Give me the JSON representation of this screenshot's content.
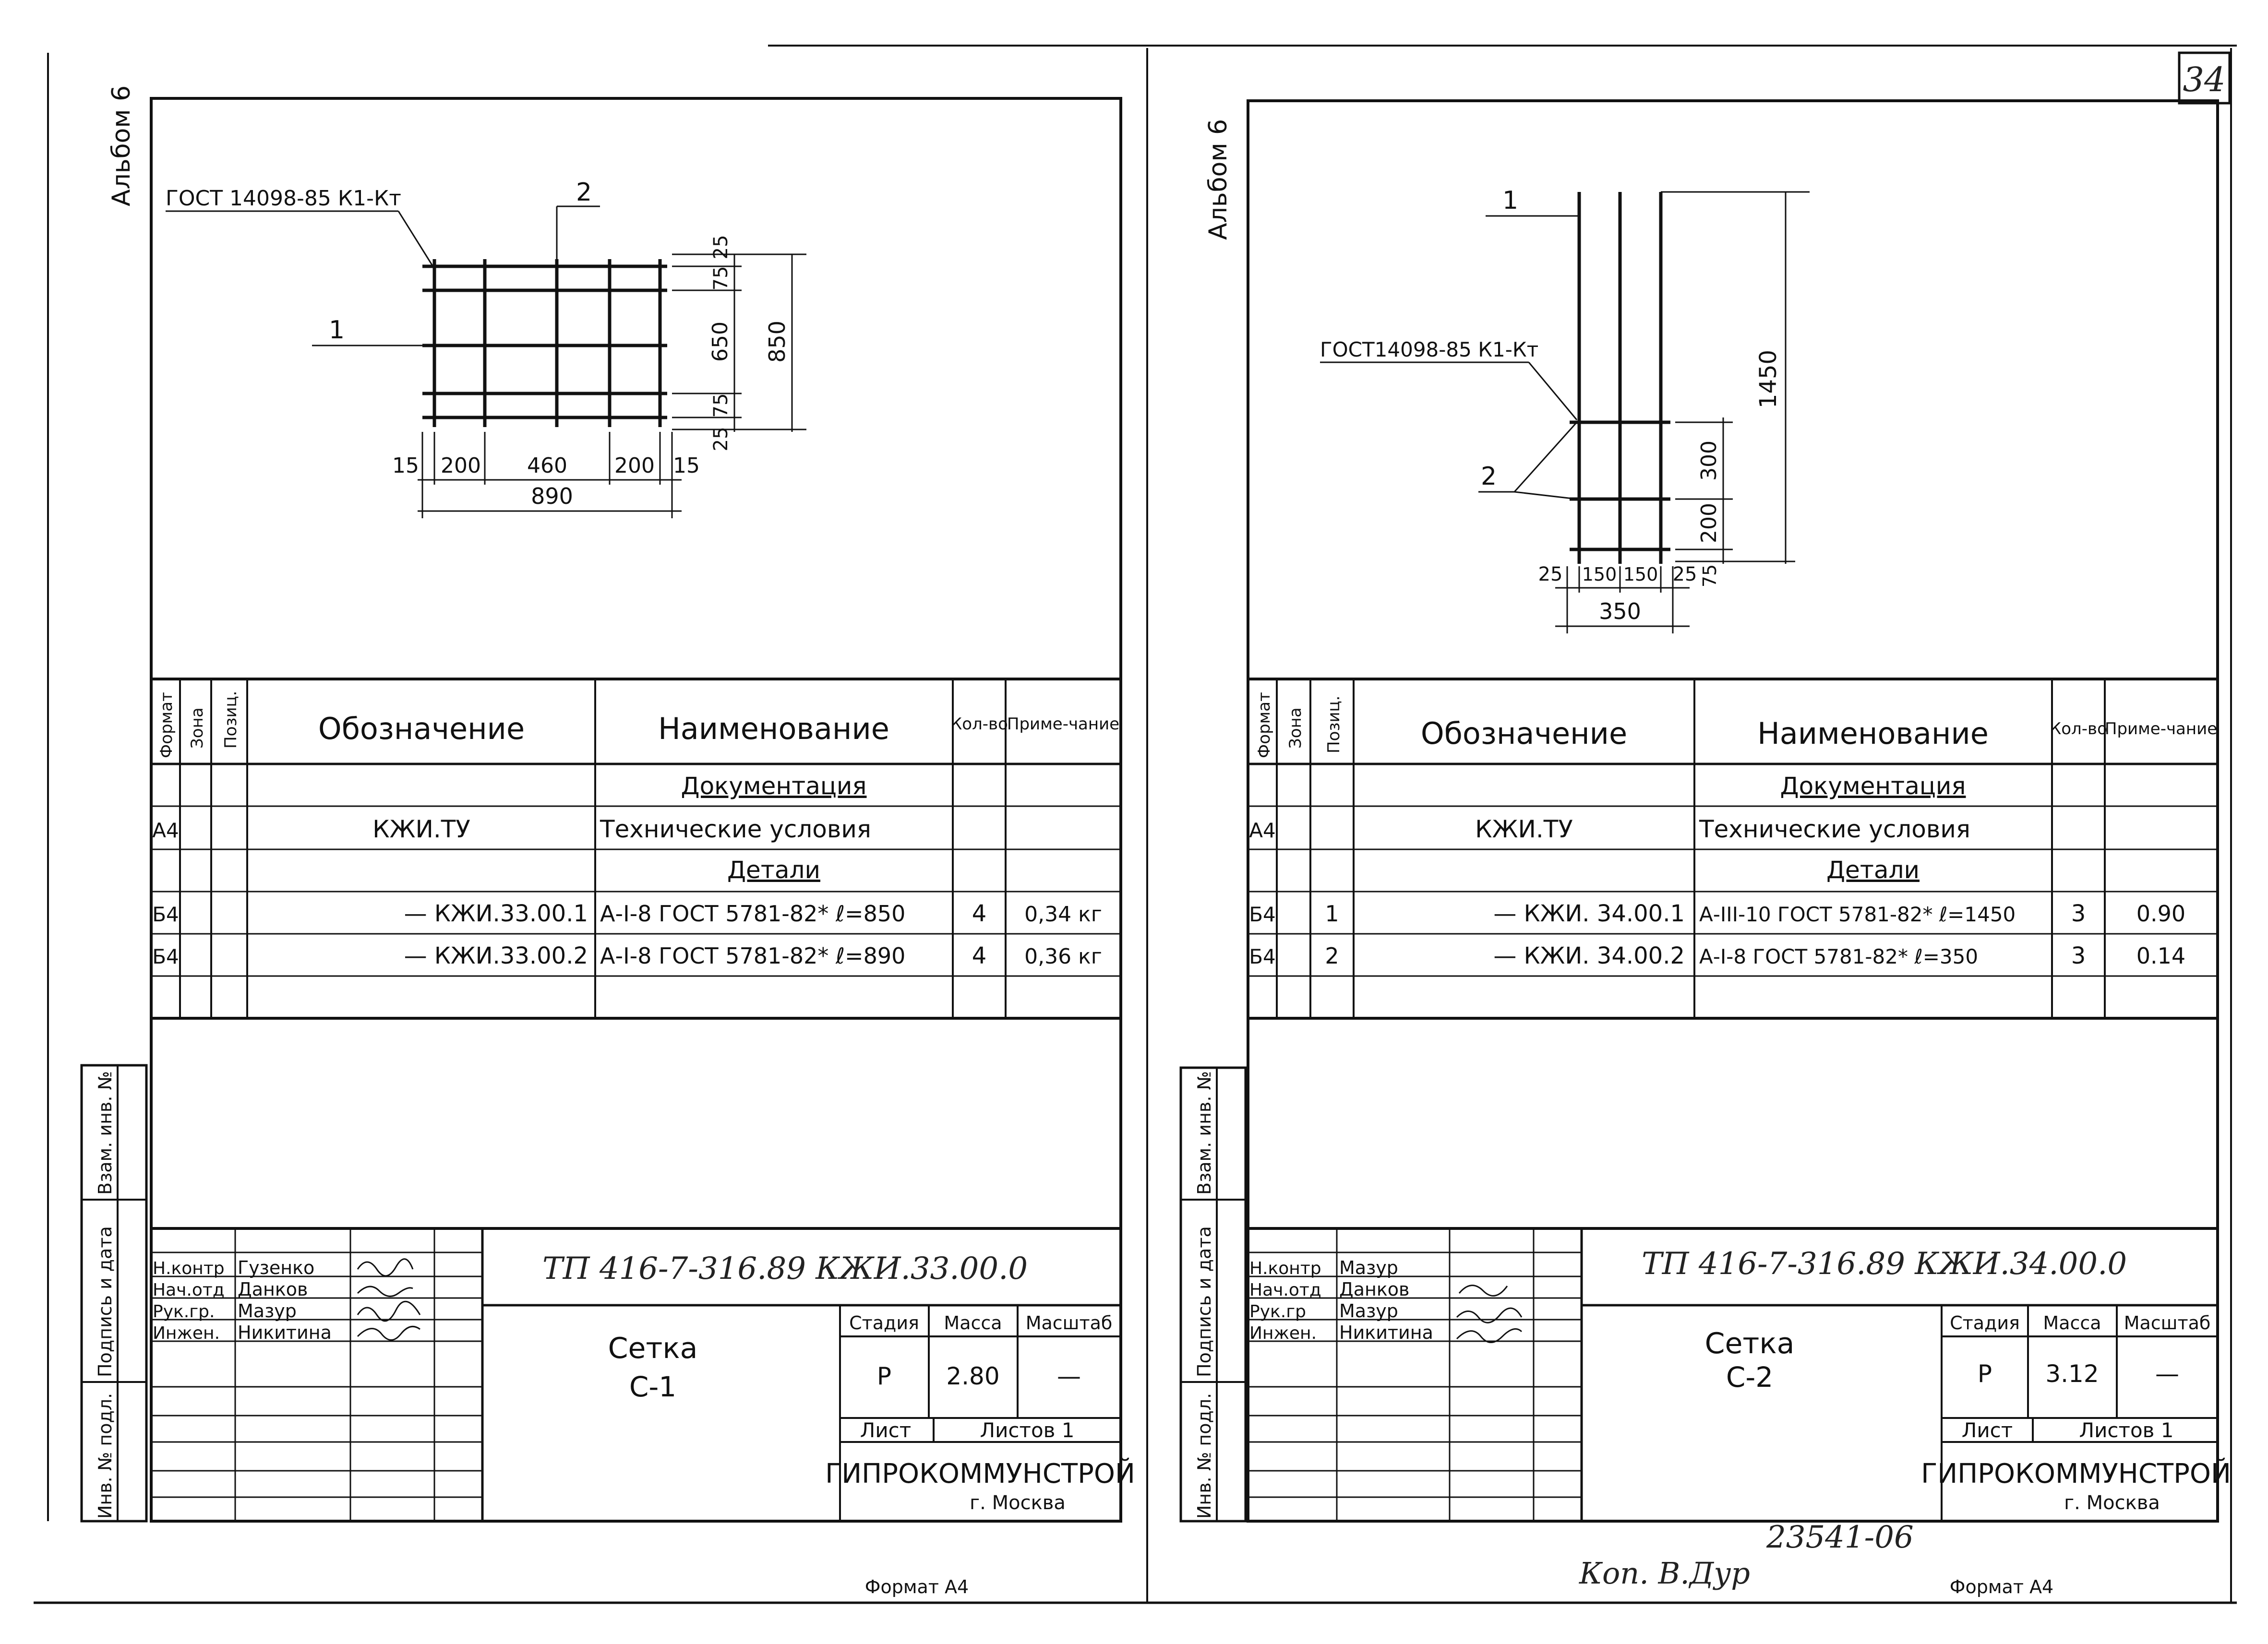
{
  "page_number": "34",
  "sheets": [
    {
      "album": "Альбом 6",
      "drawing": {
        "gost": "ГОСТ 14098-85 К1-Кт",
        "pos1": "1",
        "pos2": "2",
        "dims_bottom": [
          "15",
          "200",
          "460",
          "200",
          "15"
        ],
        "dim_total_w": "890",
        "dims_side": [
          "25",
          "75",
          "650",
          "75",
          "25"
        ],
        "dim_total_h": "850"
      },
      "spec": {
        "col_format": "Формат",
        "col_zone": "Зона",
        "col_pos": "Позиц.",
        "col_designation": "Обозначение",
        "col_name": "Наименование",
        "col_qty": "Кол-во",
        "col_note": "Приме-чание",
        "section_docs": "Документация",
        "section_parts": "Детали",
        "rows": [
          {
            "format": "А4",
            "pos": "",
            "designation": "КЖИ.ТУ",
            "name": "Технические условия",
            "qty": "",
            "note": ""
          },
          {
            "format": "Б4",
            "pos": "",
            "designation": "— КЖИ.33.00.1",
            "name": "А-I-8 ГОСТ 5781-82*  ℓ=850",
            "qty": "4",
            "note": "0,34 кг"
          },
          {
            "format": "Б4",
            "pos": "",
            "designation": "— КЖИ.33.00.2",
            "name": "А-I-8 ГОСТ 5781-82*  ℓ=890",
            "qty": "4",
            "note": "0,36 кг"
          }
        ]
      },
      "side_labels": [
        "Инв. № подл.",
        "Подпись и дата",
        "Взам. инв. №"
      ],
      "stamp": {
        "code": "ТП 416-7-316.89   КЖИ.33.00.0",
        "title1": "Сетка",
        "title2": "С-1",
        "roles": [
          "Н.контр",
          "Нач.отд",
          "Рук.гр.",
          "Инжен."
        ],
        "names": [
          "Гузенко",
          "Данков",
          "Мазур",
          "Никитина"
        ],
        "h_stage": "Стадия",
        "h_mass": "Масса",
        "h_scale": "Масштаб",
        "stage": "Р",
        "mass": "2.80",
        "scale": "—",
        "sheet": "Лист",
        "sheets": "Листов 1",
        "org": "ГИПРОКОММУНСТРОЙ",
        "city": "г. Москва"
      },
      "format": "Формат А4"
    },
    {
      "album": "Альбом 6",
      "drawing": {
        "gost": "ГОСТ14098-85 К1-Кт",
        "pos1": "1",
        "pos2": "2",
        "dims_bottom": [
          "25",
          "150",
          "150",
          "25"
        ],
        "dim_total_w": "350",
        "dims_side": [
          "300",
          "200",
          "75"
        ],
        "dim_total_h": "1450"
      },
      "spec": {
        "col_format": "Формат",
        "col_zone": "Зона",
        "col_pos": "Позиц.",
        "col_designation": "Обозначение",
        "col_name": "Наименование",
        "col_qty": "Кол-во",
        "col_note": "Приме-чание",
        "section_docs": "Документация",
        "section_parts": "Детали",
        "rows": [
          {
            "format": "А4",
            "pos": "",
            "designation": "КЖИ.ТУ",
            "name": "Технические условия",
            "qty": "",
            "note": ""
          },
          {
            "format": "Б4",
            "pos": "1",
            "designation": "— КЖИ. 34.00.1",
            "name": "А-III-10  ГОСТ 5781-82*  ℓ=1450",
            "qty": "3",
            "note": "0.90"
          },
          {
            "format": "Б4",
            "pos": "2",
            "designation": "— КЖИ. 34.00.2",
            "name": "А-I-8    ГОСТ 5781-82*  ℓ=350",
            "qty": "3",
            "note": "0.14"
          }
        ]
      },
      "side_labels": [
        "Инв. № подл.",
        "Подпись и дата",
        "Взам. инв. №"
      ],
      "stamp": {
        "code": "ТП 416-7-316.89   КЖИ.34.00.0",
        "title1": "Сетка",
        "title2": "С-2",
        "roles": [
          "Н.контр",
          "Нач.отд",
          "Рук.гр",
          "Инжен."
        ],
        "names": [
          "Мазур",
          "Данков",
          "Мазур",
          "Никитина"
        ],
        "h_stage": "Стадия",
        "h_mass": "Масса",
        "h_scale": "Масштаб",
        "stage": "Р",
        "mass": "3.12",
        "scale": "—",
        "sheet": "Лист",
        "sheets": "Листов 1",
        "org": "ГИПРОКОММУНСТРОЙ",
        "city": "г. Москва"
      },
      "format": "Формат А4"
    }
  ],
  "stamp_number": "23541-06",
  "copy_note": "Коп. В.Дур"
}
